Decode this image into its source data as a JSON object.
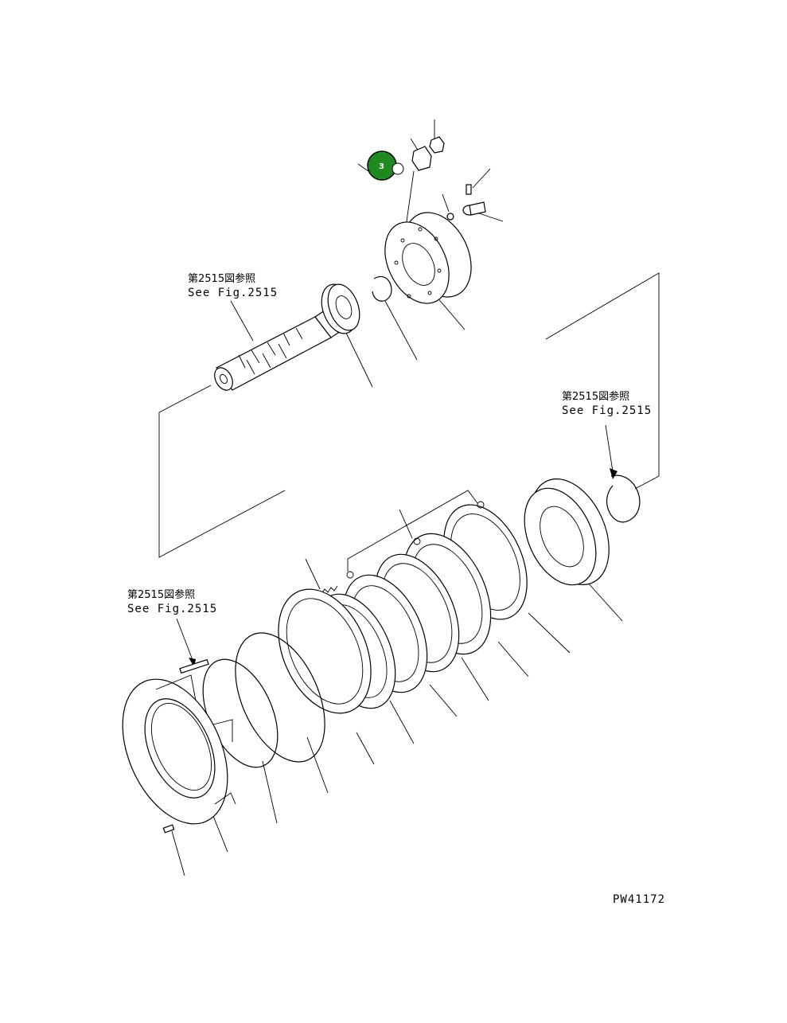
{
  "references": [
    {
      "id": "ref-top",
      "jp": "第2515図参照",
      "en": "See Fig.2515"
    },
    {
      "id": "ref-right",
      "jp": "第2515図参照",
      "en": "See Fig.2515"
    },
    {
      "id": "ref-left",
      "jp": "第2515図参照",
      "en": "See Fig.2515"
    }
  ],
  "callout": {
    "label": "3",
    "color": "#1f8a1f"
  },
  "drawing_number": "PW41172"
}
